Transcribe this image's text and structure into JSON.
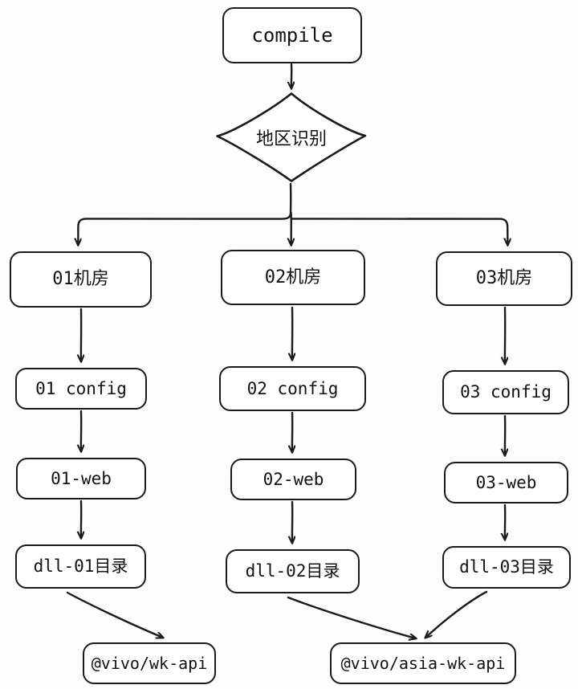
{
  "diagram": {
    "title": "compile region routing flow",
    "background_color": "#fdfdfd",
    "stroke_color": "#1a1a1a",
    "text_color": "#111111",
    "style": "hand-drawn flowchart"
  },
  "nodes": {
    "compile": {
      "label": "compile",
      "shape": "rounded-rect"
    },
    "region_decision": {
      "label": "地区识别",
      "shape": "diamond"
    },
    "room_01": {
      "label": "01机房",
      "shape": "rounded-rect"
    },
    "room_02": {
      "label": "02机房",
      "shape": "rounded-rect"
    },
    "room_03": {
      "label": "03机房",
      "shape": "rounded-rect"
    },
    "config_01": {
      "label": "01 config",
      "shape": "rounded-rect"
    },
    "config_02": {
      "label": "02 config",
      "shape": "rounded-rect"
    },
    "config_03": {
      "label": "03 config",
      "shape": "rounded-rect"
    },
    "web_01": {
      "label": "01-web",
      "shape": "rounded-rect"
    },
    "web_02": {
      "label": "02-web",
      "shape": "rounded-rect"
    },
    "web_03": {
      "label": "03-web",
      "shape": "rounded-rect"
    },
    "dll_01": {
      "label": "dll-01目录",
      "shape": "rounded-rect"
    },
    "dll_02": {
      "label": "dll-02目录",
      "shape": "rounded-rect"
    },
    "dll_03": {
      "label": "dll-03目录",
      "shape": "rounded-rect"
    },
    "pkg_wk_api": {
      "label": "@vivo/wk-api",
      "shape": "rounded-rect"
    },
    "pkg_asia_wk_api": {
      "label": "@vivo/asia-wk-api",
      "shape": "rounded-rect"
    }
  },
  "edges": [
    {
      "from": "compile",
      "to": "region_decision",
      "kind": "arrow-vertical"
    },
    {
      "from": "region_decision",
      "to": "room_01",
      "kind": "arrow-elbow"
    },
    {
      "from": "region_decision",
      "to": "room_02",
      "kind": "arrow-vertical"
    },
    {
      "from": "region_decision",
      "to": "room_03",
      "kind": "arrow-elbow"
    },
    {
      "from": "room_01",
      "to": "config_01",
      "kind": "arrow-vertical"
    },
    {
      "from": "room_02",
      "to": "config_02",
      "kind": "arrow-vertical"
    },
    {
      "from": "room_03",
      "to": "config_03",
      "kind": "arrow-vertical"
    },
    {
      "from": "config_01",
      "to": "web_01",
      "kind": "arrow-vertical"
    },
    {
      "from": "config_02",
      "to": "web_02",
      "kind": "arrow-vertical"
    },
    {
      "from": "config_03",
      "to": "web_03",
      "kind": "arrow-vertical"
    },
    {
      "from": "web_01",
      "to": "dll_01",
      "kind": "arrow-vertical"
    },
    {
      "from": "web_02",
      "to": "dll_02",
      "kind": "arrow-vertical"
    },
    {
      "from": "web_03",
      "to": "dll_03",
      "kind": "arrow-vertical"
    },
    {
      "from": "dll_01",
      "to": "pkg_wk_api",
      "kind": "arrow-diagonal"
    },
    {
      "from": "dll_02",
      "to": "pkg_asia_wk_api",
      "kind": "arrow-diagonal"
    },
    {
      "from": "dll_03",
      "to": "pkg_asia_wk_api",
      "kind": "arrow-diagonal"
    }
  ]
}
